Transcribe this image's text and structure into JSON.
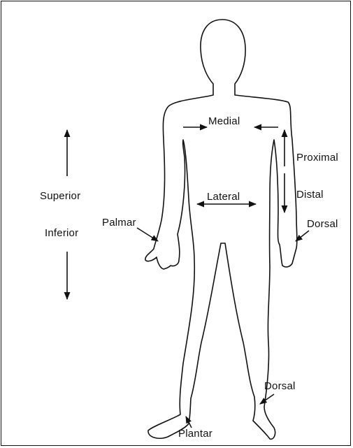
{
  "labels": {
    "medial": "Medial",
    "proximal": "Proximal",
    "distal": "Distal",
    "superior": "Superior",
    "inferior": "Inferior",
    "lateral": "Lateral",
    "palmar": "Palmar",
    "dorsal_hand": "Dorsal",
    "dorsal_foot": "Dorsal",
    "plantar": "Plantar"
  },
  "colors": {
    "ink": "#111111",
    "background": "#ffffff"
  }
}
